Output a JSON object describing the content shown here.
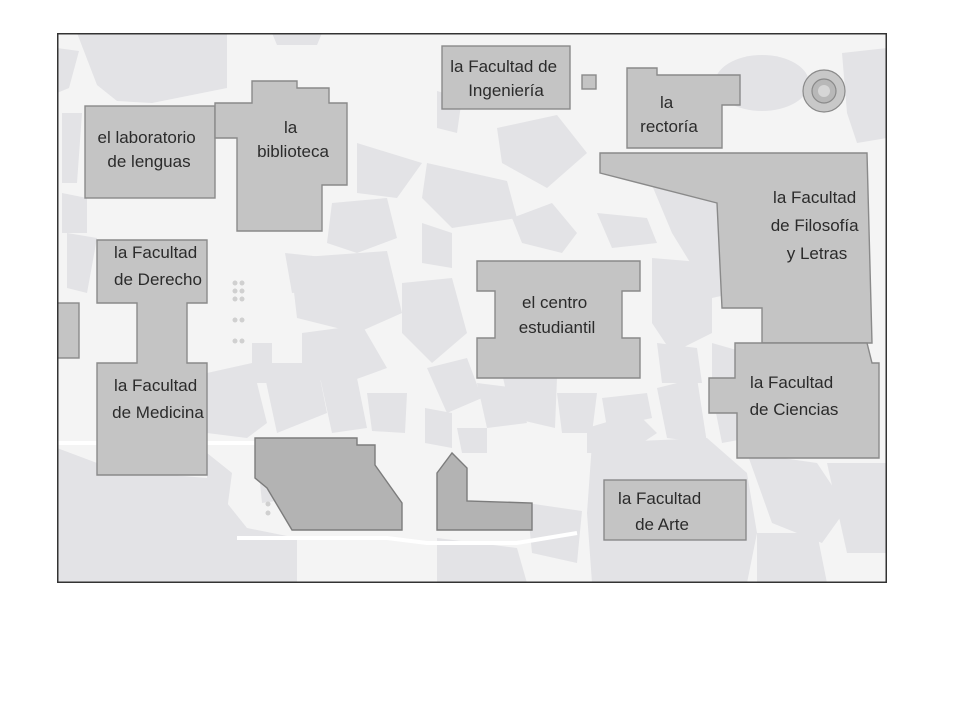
{
  "map": {
    "background": "#f4f4f4",
    "frame_color": "#333333",
    "colors": {
      "path": "#f4f4f4",
      "green": "#e3e3e6",
      "building": "#c4c4c4",
      "building_outline": "#8a8a8a",
      "text": "#2b2b2b"
    },
    "buildings": {
      "engineering": [
        "la Facultad de",
        "Ingeniería"
      ],
      "rectory": [
        "la",
        "rectoría"
      ],
      "language_lab": [
        "el laboratorio",
        "de lenguas"
      ],
      "library": [
        "la",
        "biblioteca"
      ],
      "philosophy": [
        "la Facultad",
        "de Filosofía",
        "y Letras"
      ],
      "law": [
        "la Facultad",
        "de Derecho"
      ],
      "student_center": [
        "el centro",
        "estudiantil"
      ],
      "medicine": [
        "la Facultad",
        "de Medicina"
      ],
      "sciences": [
        "la Facultad",
        "de Ciencias"
      ],
      "art": [
        "la Facultad",
        "de Arte"
      ]
    }
  }
}
